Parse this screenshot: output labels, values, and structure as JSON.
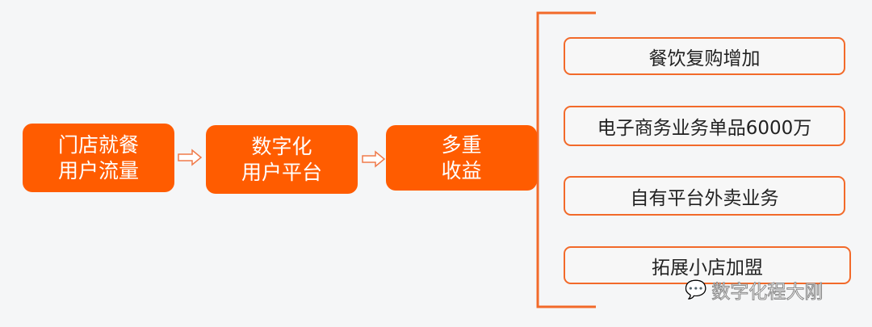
{
  "flow": [
    {
      "line1": "门店就餐",
      "line2": "用户流量"
    },
    {
      "line1": "数字化",
      "line2": "用户平台"
    },
    {
      "line1": "多重",
      "line2": "收益"
    }
  ],
  "outcomes": [
    "餐饮复购增加",
    "电子商务业务单品6000万",
    "自有平台外卖业务",
    "拓展小店加盟"
  ],
  "watermark": "数字化程大刚",
  "colors": {
    "accent": "#ff5c00",
    "bracket": "#f26a2a"
  }
}
